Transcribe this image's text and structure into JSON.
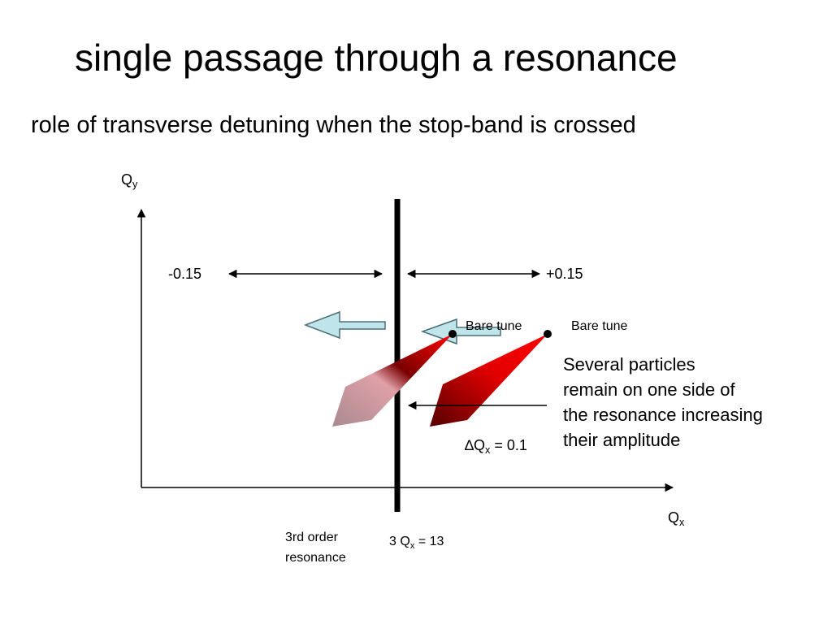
{
  "title": "single passage through a resonance",
  "subtitle": "role of transverse detuning when the stop-band is crossed",
  "axes": {
    "y_label_main": "Q",
    "y_label_sub": "y",
    "x_label_main": "Q",
    "x_label_sub": "x"
  },
  "detuning": {
    "minus": "-0.15",
    "plus": "+0.15"
  },
  "bare_tune_left": "Bare tune",
  "bare_tune_right": "Bare tune",
  "note_lines": [
    "Several particles",
    "remain on one side of",
    "the resonance increasing",
    "their amplitude"
  ],
  "delta": {
    "symbol": "∆Q",
    "sub": "x",
    "value": " = 0.1"
  },
  "resonance": {
    "line1": "3rd order",
    "line2": "resonance",
    "eq_main": "3 Q",
    "eq_sub": "x",
    "eq_value": " = 13"
  },
  "colors": {
    "tune_red": "#ff0000",
    "tune_dark": "#550000",
    "tune_faded": "#d9a0a8",
    "arrow_fill": "#bfe4ea",
    "arrow_stroke": "#4a6e78"
  }
}
